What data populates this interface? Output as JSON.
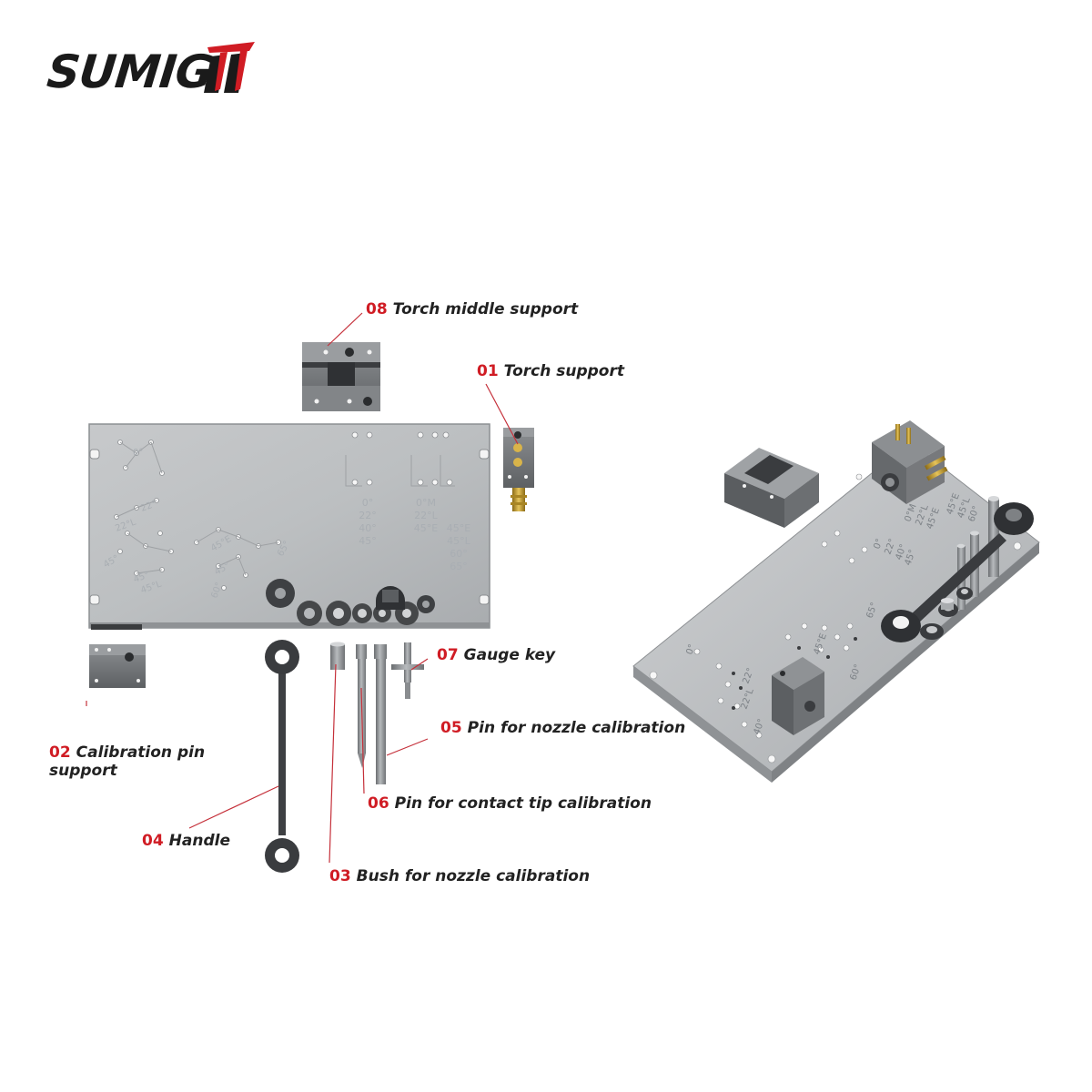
{
  "logo": {
    "text": "SUMIG",
    "mark_color": "#d01c24"
  },
  "colors": {
    "accent_red": "#d01c24",
    "steel_plate": "#b9bcbf",
    "dark_part": "#4a4c4f"
  },
  "callouts": [
    {
      "num": "08",
      "label": "Torch middle support"
    },
    {
      "num": "01",
      "label": "Torch support"
    },
    {
      "num": "07",
      "label": "Gauge key"
    },
    {
      "num": "05",
      "label": "Pin for nozzle calibration"
    },
    {
      "num": "02",
      "label": "Calibration pin support"
    },
    {
      "num": "06",
      "label": "Pin for contact tip calibration"
    },
    {
      "num": "04",
      "label": "Handle"
    },
    {
      "num": "03",
      "label": "Bush for nozzle calibration"
    }
  ],
  "plate_markings": {
    "col1": [
      "0°",
      "22°",
      "40°",
      "45°"
    ],
    "col2": [
      "0°M",
      "22°L",
      "45°E"
    ],
    "col3": [
      "45°E",
      "45°L",
      "60°",
      "65°"
    ],
    "left": [
      "0°",
      "22°",
      "22°L",
      "45°",
      "45°",
      "45°L",
      "45°E",
      "45°",
      "65°",
      "60°"
    ]
  },
  "iso_markings": [
    "0°M",
    "22°L",
    "45°E",
    "45°E",
    "45°L",
    "60°",
    "0°",
    "22°",
    "40°",
    "45°",
    "65°",
    "45°E",
    "60°",
    "0°",
    "22°",
    "22°L",
    "40°"
  ]
}
